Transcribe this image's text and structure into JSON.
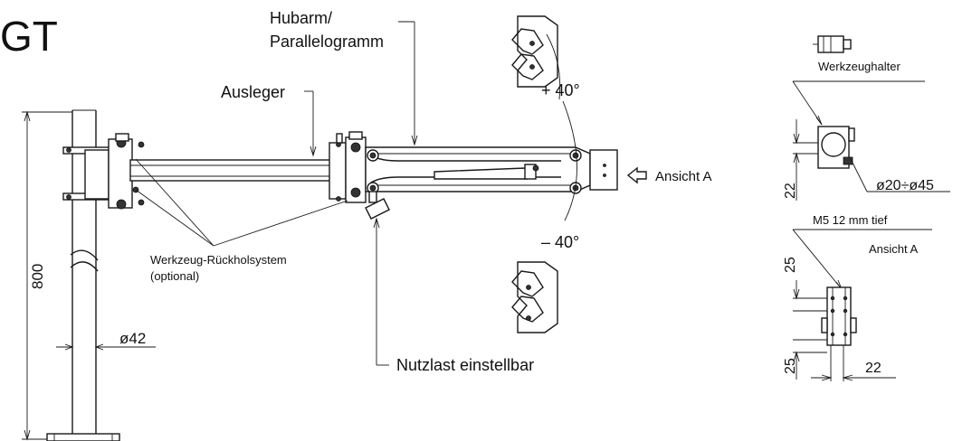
{
  "title_fragment": "GT",
  "labels": {
    "hubarm_line1": "Hubarm/",
    "hubarm_line2": "Parallelogramm",
    "ausleger": "Ausleger",
    "ruckhol_line1": "Werkzeug-Rückholsystem",
    "ruckhol_line2": "(optional)",
    "nutzlast": "Nutzlast einstellbar",
    "ansicht_a_arrow": "Ansicht A",
    "angle_plus": "+  40°",
    "angle_minus": "–  40°",
    "werkzeughalter": "Werkzeughalter",
    "m5": "M5 12 mm tief",
    "ansicht_a_title": "Ansicht A"
  },
  "dimensions": {
    "height_800": "800",
    "dia_42": "ø42",
    "dim_22_upper": "22",
    "dia_range": "ø20÷ø45",
    "dim_25_top": "25",
    "dim_25_bottom": "25",
    "dim_22_lower": "22"
  }
}
